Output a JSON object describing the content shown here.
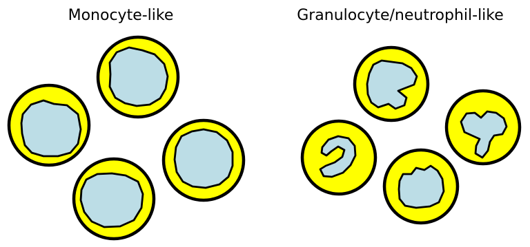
{
  "panels": {
    "left_title": "Monocyte-like",
    "right_title": "Granulocyte/neutrophil-like"
  },
  "colors": {
    "cytoplasm": "#ffff00",
    "nucleus": "#bcdde6",
    "outline": "#000000",
    "background": "#ffffff"
  },
  "cell_groups": {
    "monocyte_like": {
      "count": 4,
      "nucleus_shape": "large round-irregular"
    },
    "granulocyte_like": {
      "count": 4,
      "nucleus_shape": "lobed / segmented"
    }
  }
}
